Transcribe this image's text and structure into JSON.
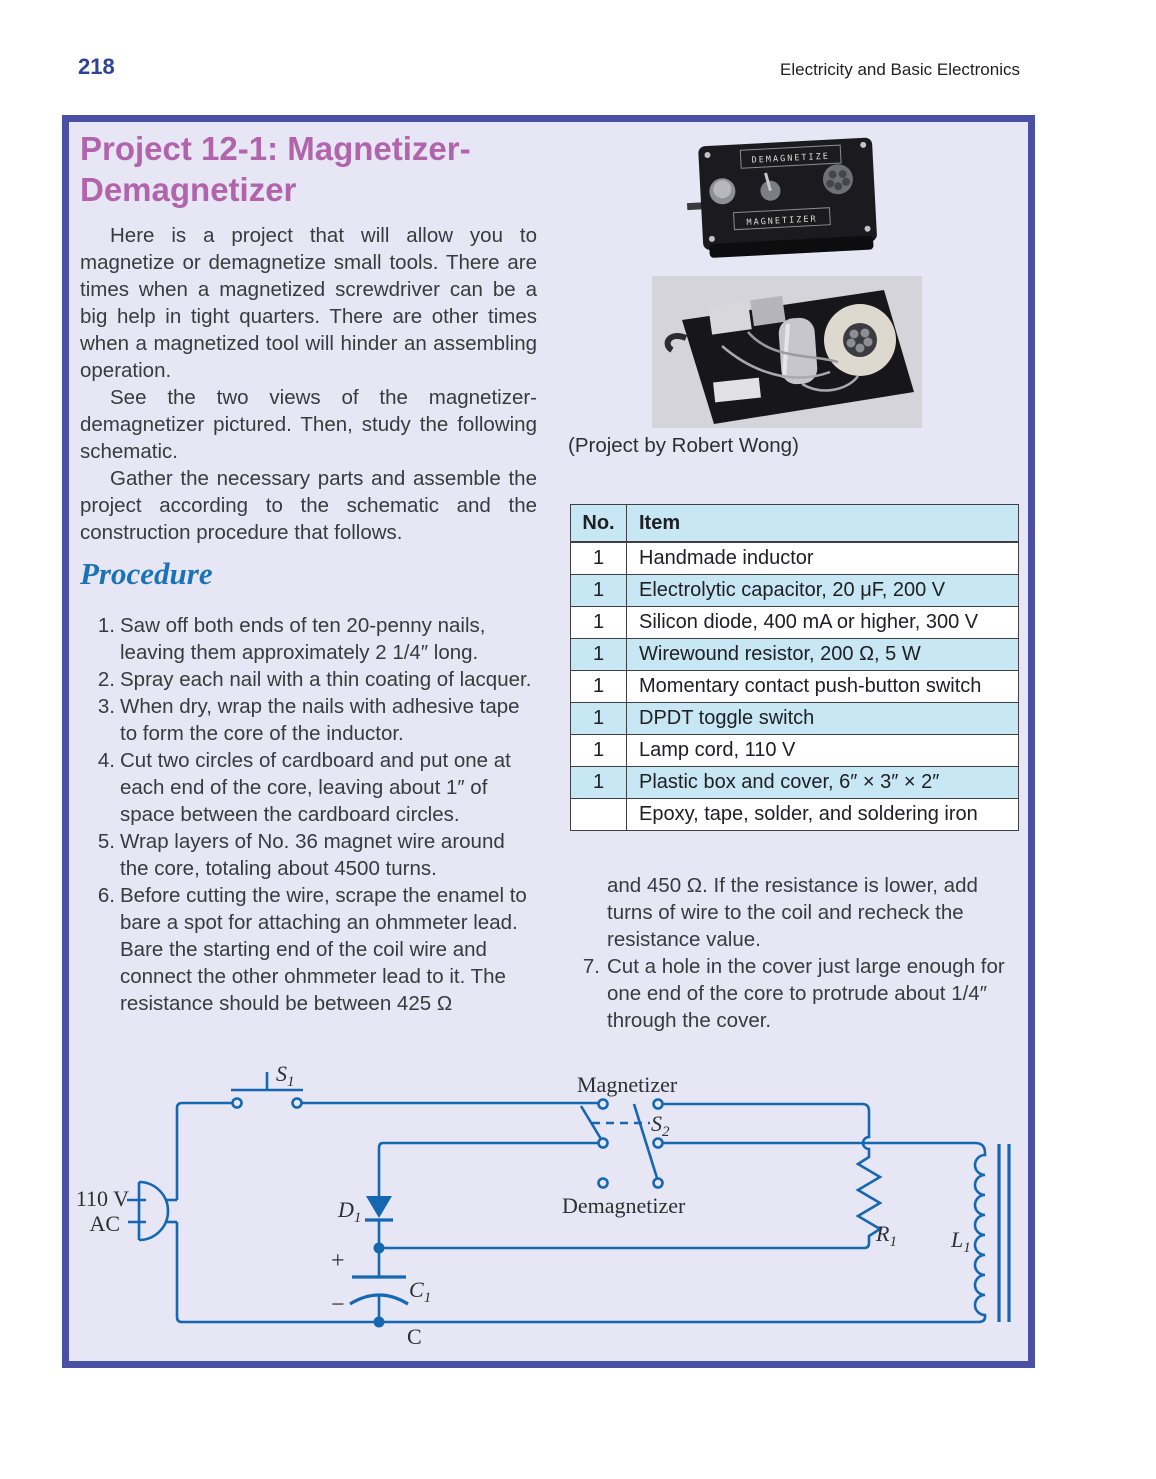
{
  "page": {
    "number": "218",
    "running_head": "Electricity and Basic Electronics"
  },
  "colors": {
    "box_border": "#4a50a4",
    "box_background": "#e7e6f4",
    "title_magenta": "#b164ab",
    "procedure_blue": "#1c72b6",
    "table_accent_blue": "#c7e7f5",
    "schematic_blue": "#1467b0",
    "page_number_blue": "#2c4399"
  },
  "article": {
    "title": "Project 12-1: Magnetizer-Demagnetizer",
    "paragraphs": [
      "Here is a project that will allow you to magnetize or demagnetize small tools. There are times when a magnetized screwdriver can be a big help in tight quarters. There are other times when a magnetized tool will hinder an assembling operation.",
      "See the two views of the magnetizer-demagnetizer pictured. Then, study the following schematic.",
      "Gather the necessary parts and assemble the project according to the schematic and the construction procedure that follows."
    ],
    "device_photo": {
      "top_label": "DEMAGNETIZE",
      "bottom_label": "MAGNETIZER"
    },
    "photo_caption": "(Project by Robert Wong)",
    "procedure_heading": "Procedure",
    "steps": [
      {
        "num": "1.",
        "text": "Saw off both ends of ten 20-penny nails, leaving them approximately 2 1/4″ long."
      },
      {
        "num": "2.",
        "text": "Spray each nail with a thin coating of lacquer."
      },
      {
        "num": "3.",
        "text": "When dry, wrap the nails with adhesive tape to form the core of the inductor."
      },
      {
        "num": "4.",
        "text": "Cut two circles of cardboard and put one at each end of the core, leaving about 1″ of space between the cardboard circles."
      },
      {
        "num": "5.",
        "text": "Wrap layers of No. 36 magnet wire around the core, totaling about 4500 turns."
      },
      {
        "num": "6.",
        "text": "Before cutting the wire, scrape the enamel to bare a spot for attaching an ohmmeter lead. Bare the starting end of the coil wire and connect the other ohmmeter lead to it. The resistance should be between 425 Ω"
      }
    ],
    "step6_continuation": "and 450 Ω. If the resistance is lower, add turns of wire to the coil and recheck the resistance value.",
    "steps_right": [
      {
        "num": "7.",
        "text": "Cut a hole in the cover just large enough for one end of the core to protrude about 1/4″ through the cover."
      }
    ],
    "parts_table": {
      "col_headers": [
        "No.",
        "Item"
      ],
      "rows": [
        {
          "no": "1",
          "item": "Handmade inductor"
        },
        {
          "no": "1",
          "item": "Electrolytic capacitor, 20 μF, 200 V"
        },
        {
          "no": "1",
          "item": "Silicon diode, 400 mA or higher, 300 V"
        },
        {
          "no": "1",
          "item": "Wirewound resistor, 200 Ω, 5 W"
        },
        {
          "no": "1",
          "item": "Momentary contact push-button switch"
        },
        {
          "no": "1",
          "item": "DPDT toggle switch"
        },
        {
          "no": "1",
          "item": "Lamp cord, 110 V"
        },
        {
          "no": "1",
          "item": "Plastic box and cover, 6″ × 3″ × 2″"
        },
        {
          "no": "",
          "item": "Epoxy, tape, solder, and soldering iron"
        }
      ]
    }
  },
  "schematic": {
    "source_line1": "110 V",
    "source_line2": "AC",
    "magnetizer": "Magnetizer",
    "demagnetizer": "Demagnetizer",
    "plus": "+",
    "minus": "−",
    "cap_node": "C",
    "labels": {
      "s1": {
        "base": "S",
        "sub": "1"
      },
      "s2": {
        "base": "S",
        "sub": "2"
      },
      "d1": {
        "base": "D",
        "sub": "1"
      },
      "c1": {
        "base": "C",
        "sub": "1"
      },
      "r1": {
        "base": "R",
        "sub": "1"
      },
      "l1": {
        "base": "L",
        "sub": "1"
      }
    }
  }
}
